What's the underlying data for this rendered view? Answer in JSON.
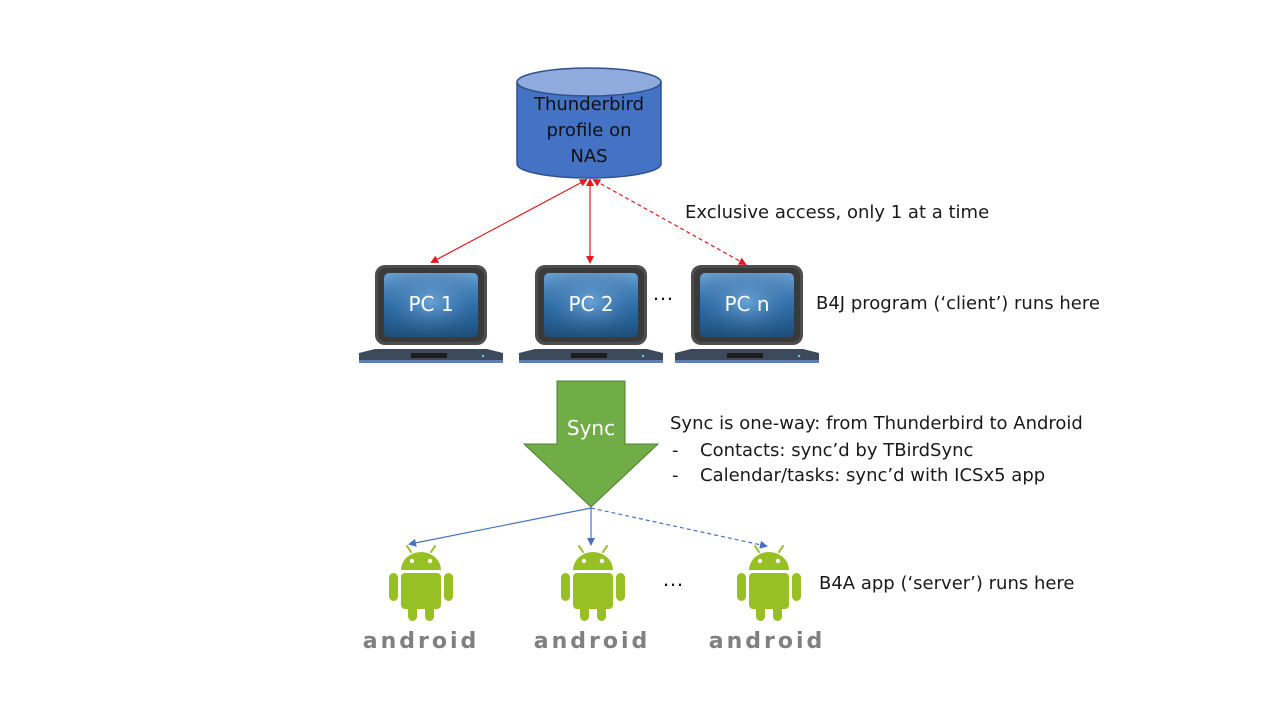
{
  "database": {
    "lines": [
      "Thunderbird",
      "profile on",
      "NAS"
    ]
  },
  "access_note": "Exclusive access, only 1 at a time",
  "pcs": {
    "labels": [
      "PC 1",
      "PC 2",
      "PC n"
    ],
    "ellipsis": "…",
    "note": "B4J program (‘client’) runs here"
  },
  "sync": {
    "label": "Sync",
    "note": "Sync is one-way: from Thunderbird to Android",
    "bullets": [
      {
        "dash": "-",
        "text": "Contacts: sync’d by TBirdSync"
      },
      {
        "dash": "-",
        "text": "Calendar/tasks: sync’d with ICSx5 app"
      }
    ]
  },
  "android": {
    "wordmark": "android",
    "ellipsis": "…",
    "note": "B4A app (‘server’) runs here"
  },
  "colors": {
    "cylinder_fill": "#4472C4",
    "cylinder_top": "#8FAADC",
    "red_arrow": "#E8191C",
    "blue_arrow": "#4472C4",
    "sync_arrow": "#70AD47",
    "android_green": "#97C024",
    "android_text": "#808080"
  }
}
